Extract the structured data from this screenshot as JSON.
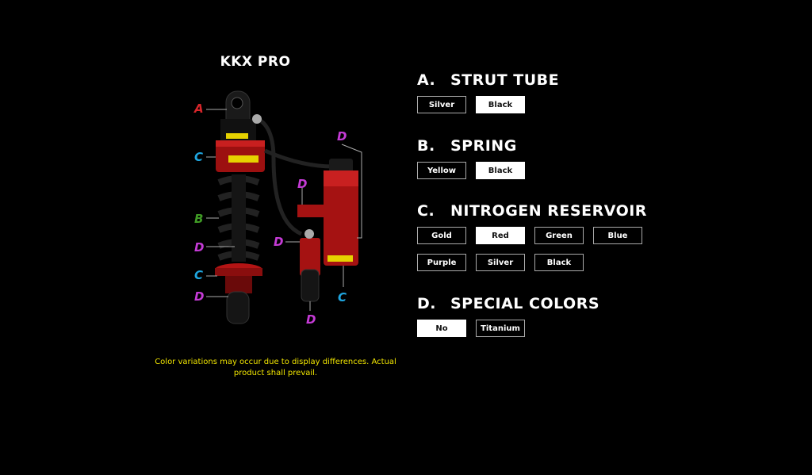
{
  "product": {
    "title": "KKX PRO"
  },
  "diagram_labels": [
    {
      "text": "A",
      "color": "#d8262b"
    },
    {
      "text": "C",
      "color": "#1fa6e0"
    },
    {
      "text": "B",
      "color": "#3f9a25"
    },
    {
      "text": "D",
      "color": "#c53bd6"
    },
    {
      "text": "C",
      "color": "#1fa6e0"
    },
    {
      "text": "D",
      "color": "#c53bd6"
    },
    {
      "text": "D",
      "color": "#c53bd6"
    },
    {
      "text": "D",
      "color": "#c53bd6"
    },
    {
      "text": "D",
      "color": "#c53bd6"
    },
    {
      "text": "C",
      "color": "#1fa6e0"
    },
    {
      "text": "D",
      "color": "#c53bd6"
    }
  ],
  "note": "Color variations may occur due to display differences. Actual product shall prevail.",
  "sections": [
    {
      "letter": "A.",
      "title": "STRUT TUBE",
      "options": [
        "Silver",
        "Black"
      ],
      "selected": "Black"
    },
    {
      "letter": "B.",
      "title": "SPRING",
      "options": [
        "Yellow",
        "Black"
      ],
      "selected": "Black"
    },
    {
      "letter": "C.",
      "title": "NITROGEN RESERVOIR",
      "options": [
        "Gold",
        "Red",
        "Green",
        "Blue",
        "Purple",
        "Silver",
        "Black"
      ],
      "selected": "Red"
    },
    {
      "letter": "D.",
      "title": "SPECIAL COLORS",
      "options": [
        "No",
        "Titanium"
      ],
      "selected": "No"
    }
  ]
}
